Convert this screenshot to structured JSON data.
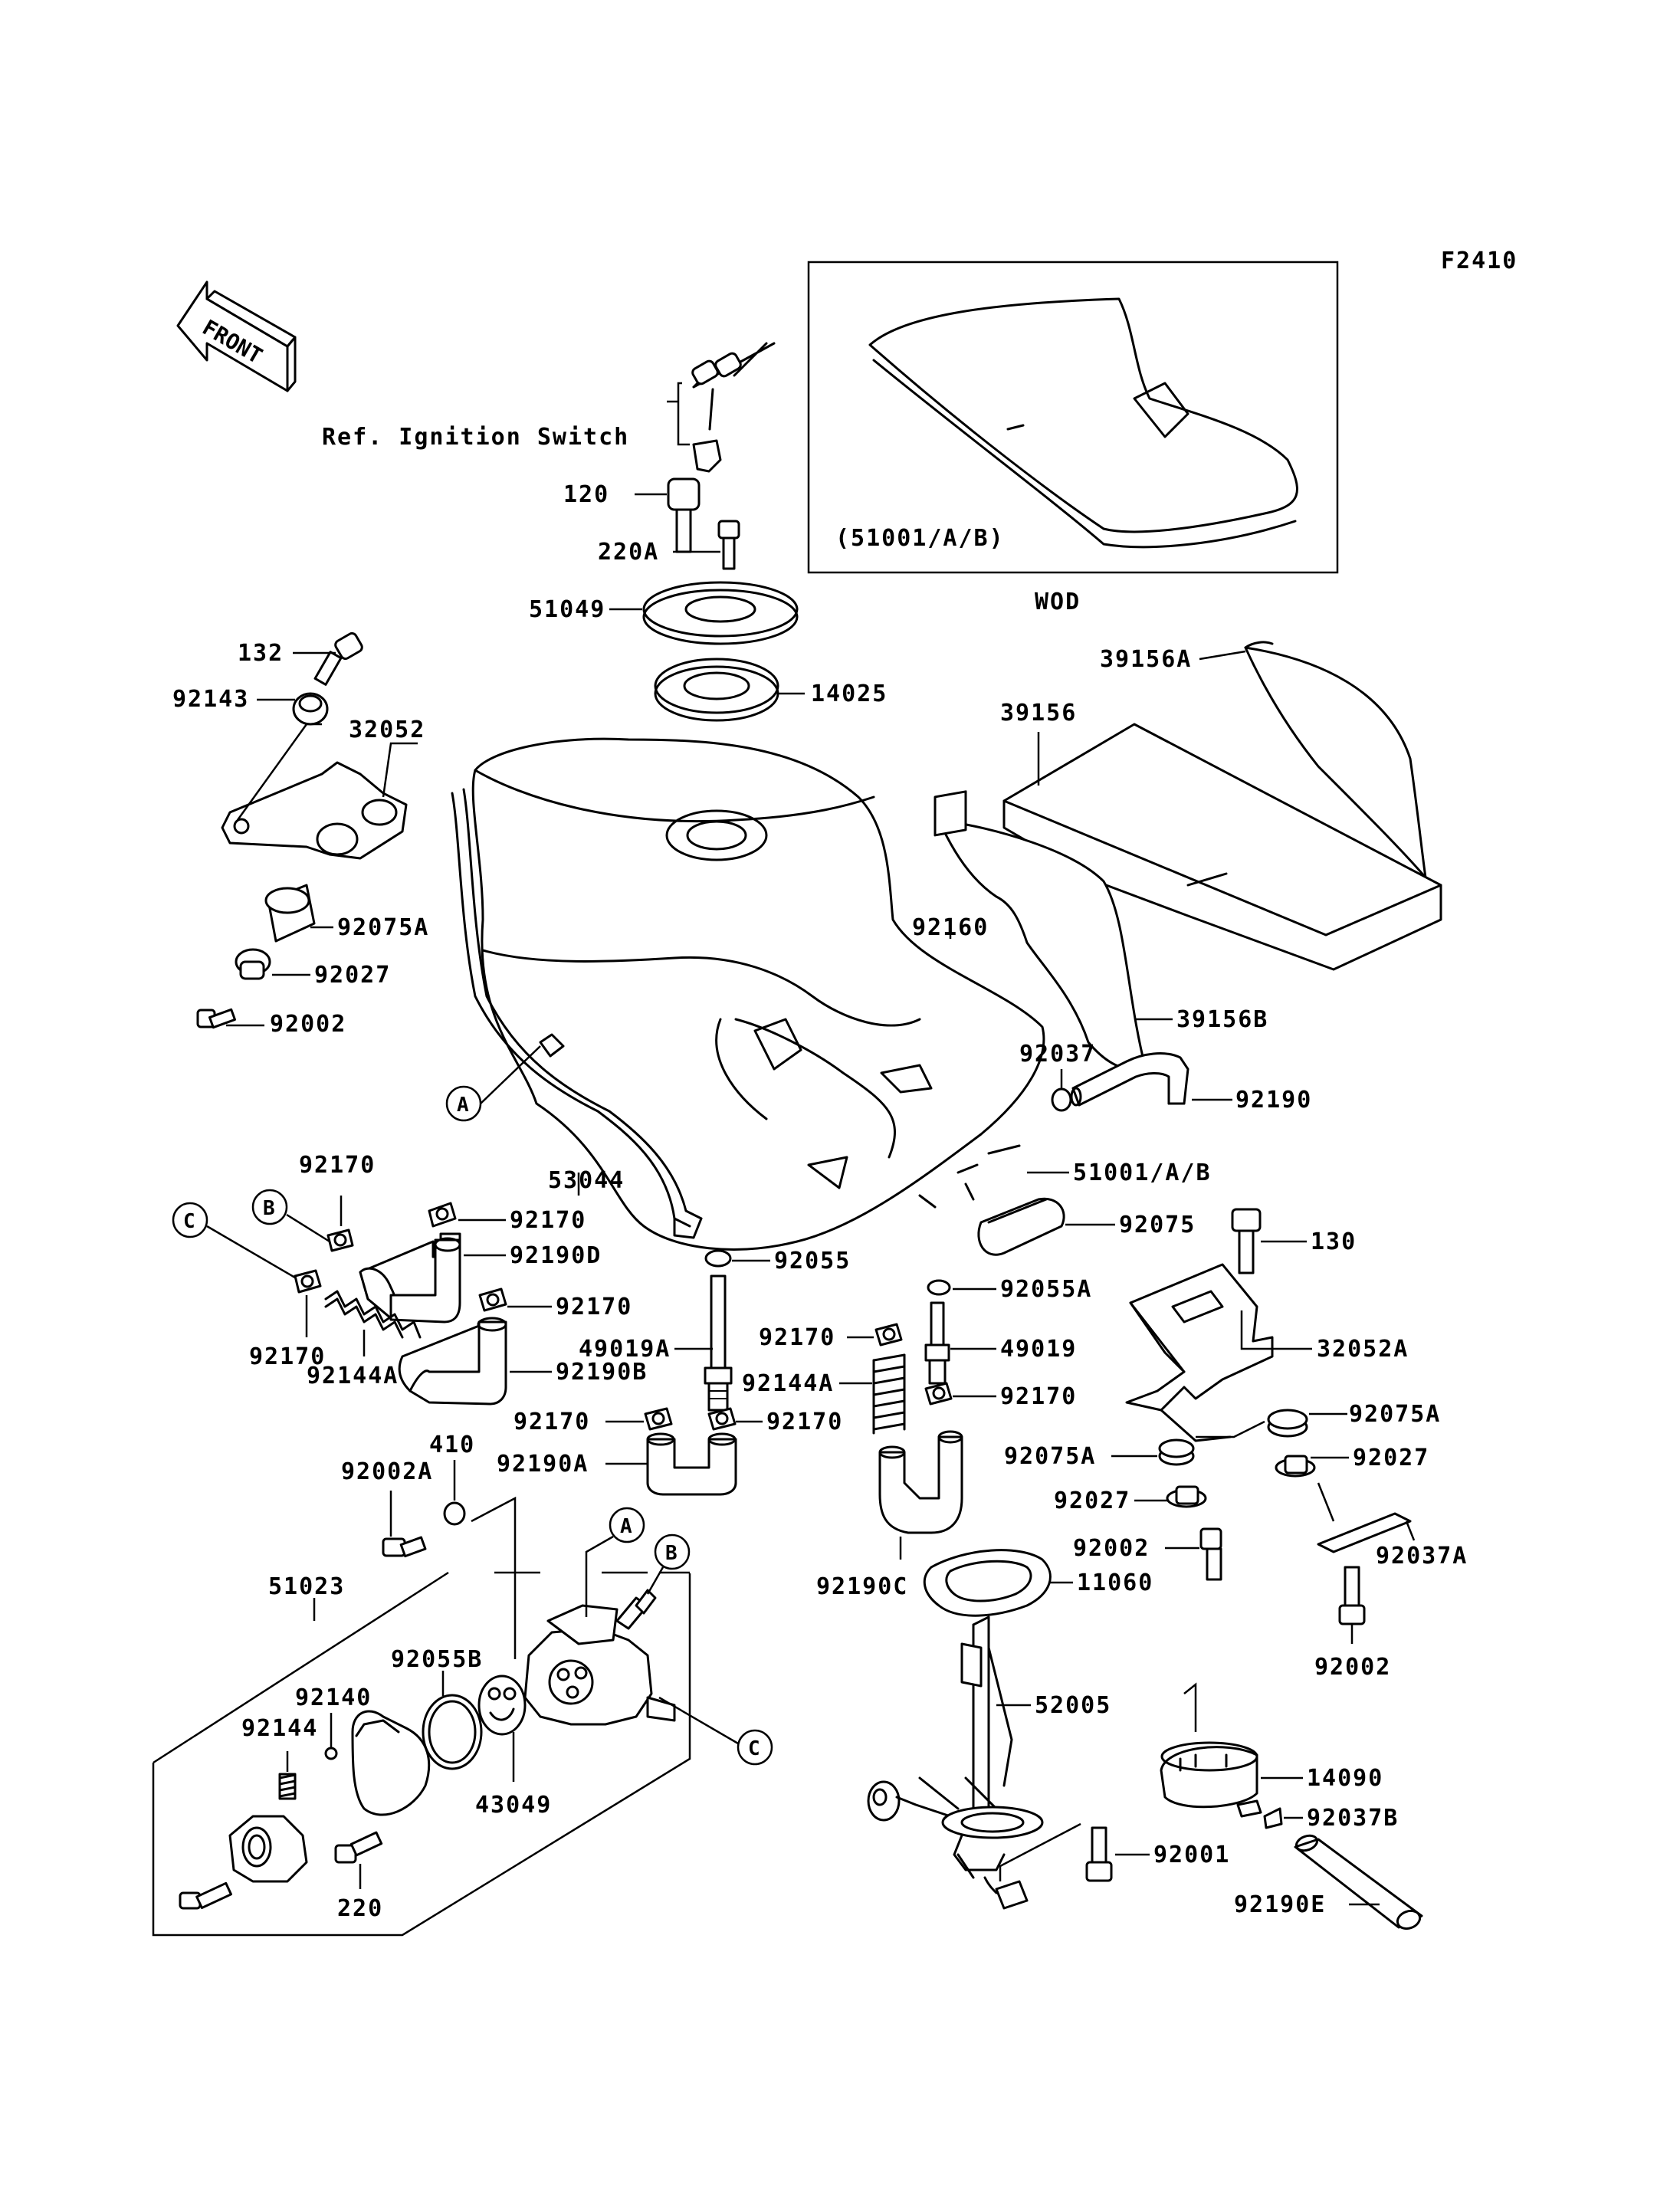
{
  "figure_code": "F2410",
  "front_arrow": "FRONT",
  "ref_note": "Ref. Ignition Switch",
  "inset": {
    "label": "(51001/A/B)",
    "caption": "WOD"
  },
  "callouts": {
    "a": "A",
    "b": "B",
    "c": "C"
  },
  "parts": {
    "p120": "120",
    "p220a": "220A",
    "p51049": "51049",
    "p14025": "14025",
    "p132": "132",
    "p92143": "92143",
    "p32052": "32052",
    "p92075a_l": "92075A",
    "p92027_l": "92027",
    "p92002_l": "92002",
    "p39156a": "39156A",
    "p39156": "39156",
    "p92160": "92160",
    "p39156b": "39156B",
    "p92037": "92037",
    "p92190": "92190",
    "p53044": "53044",
    "p51001ab": "51001/A/B",
    "p92170_top": "92170",
    "p92170_b": "92170",
    "p92190d": "92190D",
    "p92170_c": "92170",
    "p92170_mid": "92170",
    "p92144a_l": "92144A",
    "p92190b": "92190B",
    "p92075": "92075",
    "p130": "130",
    "p92055": "92055",
    "p92055a": "92055A",
    "p49019a": "49019A",
    "p92170_r1": "92170",
    "p49019": "49019",
    "p92144a_r": "92144A",
    "p92170_r2": "92170",
    "p32052a": "32052A",
    "p410": "410",
    "p92170_l2": "92170",
    "p92170_r3": "92170",
    "p92190a": "92190A",
    "p92075a_r": "92075A",
    "p92075a_m": "92075A",
    "p92027_r": "92027",
    "p92002a": "92002A",
    "p92027_m": "92027",
    "p92002_m": "92002",
    "p92037a": "92037A",
    "p92190c": "92190C",
    "p11060": "11060",
    "p51023": "51023",
    "p92140": "92140",
    "p92055b": "92055B",
    "p92144": "92144",
    "p43049": "43049",
    "p220": "220",
    "p52005": "52005",
    "p92002_r": "92002",
    "p14090": "14090",
    "p92037b": "92037B",
    "p92001": "92001",
    "p92190e": "92190E"
  }
}
